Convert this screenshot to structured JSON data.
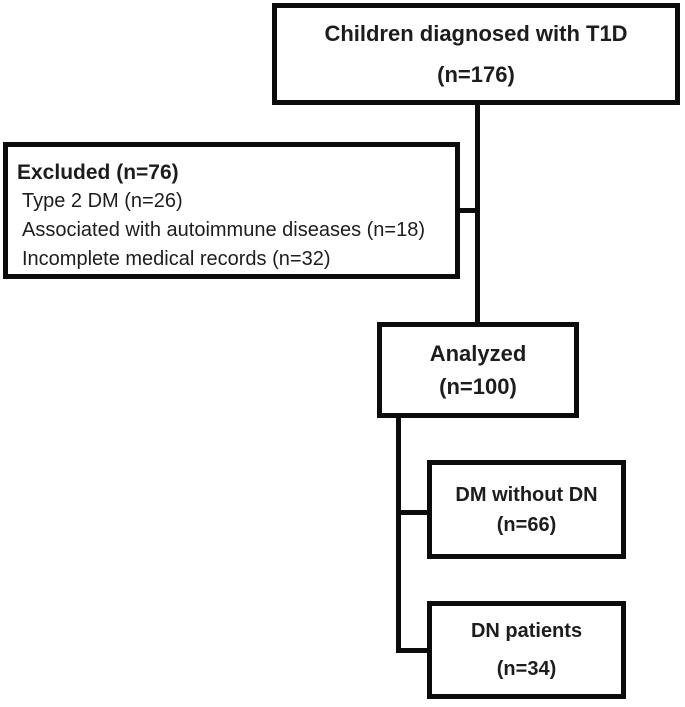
{
  "diagram": {
    "kind": "patient-flow-diagram",
    "colors": {
      "line": "#0c0c0c",
      "text": "#1d1d1d",
      "background": "#ffffff"
    },
    "boxes": {
      "top": {
        "line1": "Children diagnosed with T1D",
        "line2": "(n=176)"
      },
      "excluded": {
        "title": "Excluded (n=76)",
        "items": [
          "Type 2 DM (n=26)",
          "Associated with autoimmune diseases (n=18)",
          "Incomplete medical records (n=32)"
        ]
      },
      "analyzed": {
        "line1": "Analyzed",
        "line2": "(n=100)"
      },
      "dm_without_dn": {
        "line1": "DM without DN",
        "line2": "(n=66)"
      },
      "dn_patients": {
        "line1": "DN patients",
        "line2": "(n=34)"
      }
    },
    "flow": {
      "total": 176,
      "excluded_total": 76,
      "analyzed": 100,
      "dm_without_dn": 66,
      "dn_patients": 34
    }
  }
}
